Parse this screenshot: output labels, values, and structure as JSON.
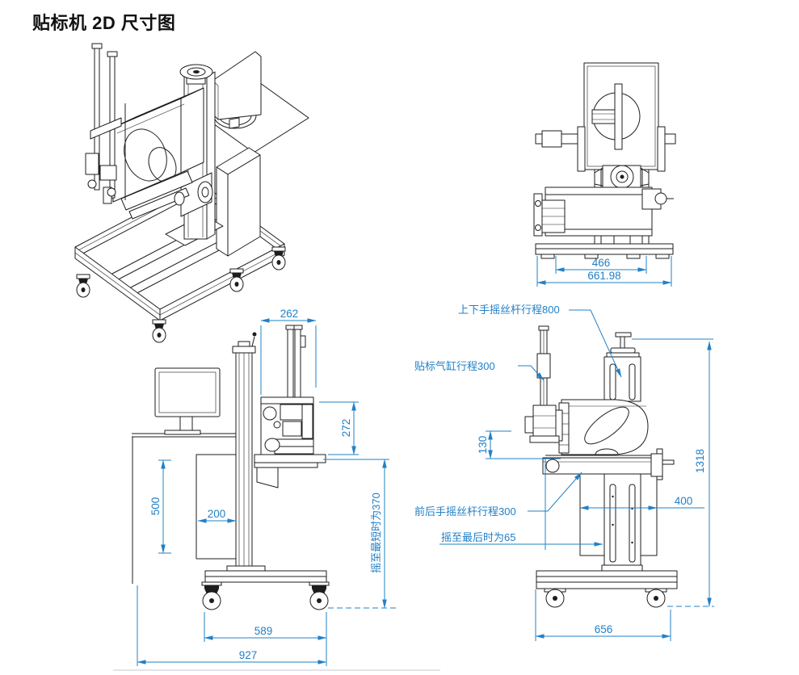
{
  "title": "贴标机 2D 尺寸图",
  "colors": {
    "dimension_blue": "#2280c6",
    "line_black": "#1d1d1f"
  },
  "views": {
    "front": {
      "dim_foot_span": "466",
      "dim_overall_width": "661.98"
    },
    "side": {
      "dim_head_width": "262",
      "dim_head_height": "272",
      "dim_cabinet_height": "500",
      "dim_cabinet_width": "200",
      "dim_caster_span": "589",
      "dim_overall_width": "927",
      "note_min_crank": "摇至最短时为370"
    },
    "rear": {
      "label_vertical_screw_travel": "上下手摇丝杆行程800",
      "label_cylinder_travel": "贴标气缸行程300",
      "label_horizontal_screw_travel": "前后手摇丝杆行程300",
      "label_rear_crank_note": "摇至最后时为65",
      "dim_head_drop": "130",
      "dim_plate_width": "400",
      "dim_overall_height": "1318",
      "dim_base_width": "656"
    }
  }
}
